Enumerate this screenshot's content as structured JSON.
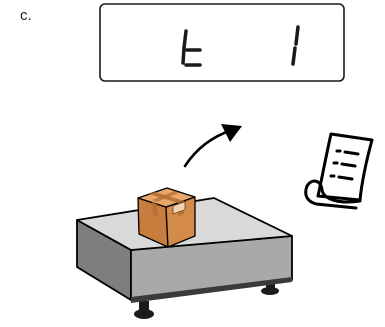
{
  "step": {
    "label": "c."
  },
  "display": {
    "left_symbol": "t",
    "right_digit": "1"
  },
  "icons": {
    "display": "lcd-display-icon",
    "arrow": "curved-arrow-icon",
    "receipt": "printed-receipt-icon",
    "scale": "platform-scale-icon",
    "box": "cardboard-box-icon"
  }
}
